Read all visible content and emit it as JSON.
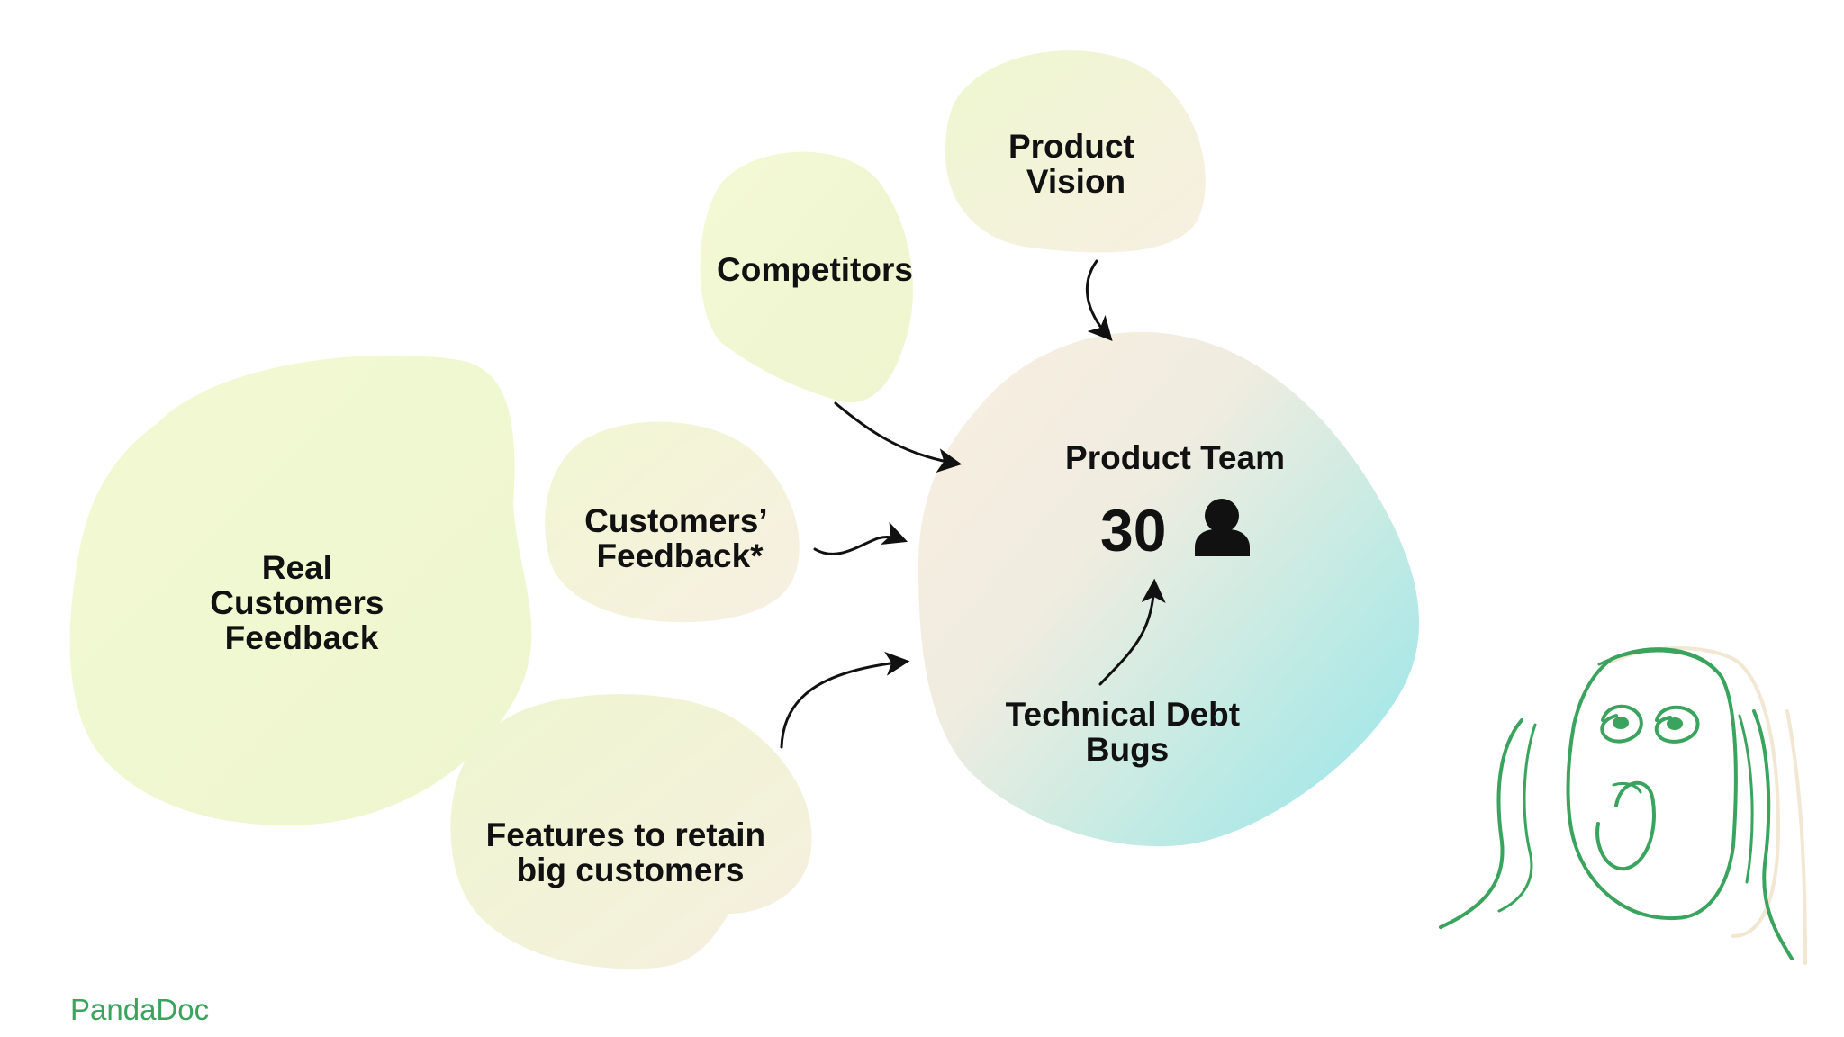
{
  "nodes": {
    "product_vision": {
      "lines": [
        "Product",
        "Vision"
      ]
    },
    "competitors": {
      "lines": [
        "Competitors"
      ]
    },
    "customers_feedback": {
      "lines": [
        "Customers’",
        "Feedback*"
      ]
    },
    "real_customers_feedback": {
      "lines": [
        "Real",
        "Customers",
        "Feedback"
      ]
    },
    "features_big_customers": {
      "lines": [
        "Features to retain",
        "big customers"
      ]
    },
    "product_team": {
      "title": "Product Team",
      "count": "30"
    },
    "technical_debt": {
      "lines": [
        "Technical Debt",
        "Bugs"
      ]
    }
  },
  "brand": {
    "logo_text": "PandaDoc"
  },
  "icons": {
    "team": "person-icon",
    "character": "screaming-face-icon"
  },
  "colors": {
    "text": "#111111",
    "blob_cream": "#f7efe2",
    "blob_lime": "#eef7cf",
    "blob_teal": "#a9e9e8",
    "brand_green": "#3aa35d",
    "arrow": "#111111"
  }
}
